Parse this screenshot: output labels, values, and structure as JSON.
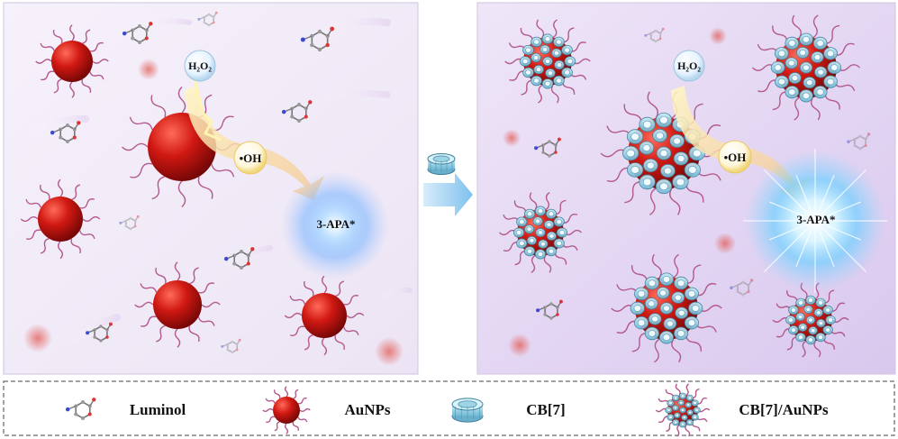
{
  "left_panel": {
    "h2o2_label": "H₂O₂",
    "oh_label": "•OH",
    "product_label": "3-APA*"
  },
  "right_panel": {
    "h2o2_label": "H₂O₂",
    "oh_label": "•OH",
    "product_label": "3-APA*"
  },
  "legend": {
    "items": [
      {
        "label": "Luminol",
        "icon": "luminol-molecule-icon"
      },
      {
        "label": "AuNPs",
        "icon": "gold-nanoparticle-icon"
      },
      {
        "label": "CB[7]",
        "icon": "cucurbituril-ring-icon"
      },
      {
        "label": "CB[7]/AuNPs",
        "icon": "cb7-coated-nanoparticle-icon"
      }
    ]
  },
  "colors": {
    "particle_red": "#c0110f",
    "ligand_pink": "#b45a8e",
    "cb7_blue": "#8fd2e6",
    "glow_blue": "#4aa8ff",
    "arrow_yellow": "#f7e27a"
  }
}
